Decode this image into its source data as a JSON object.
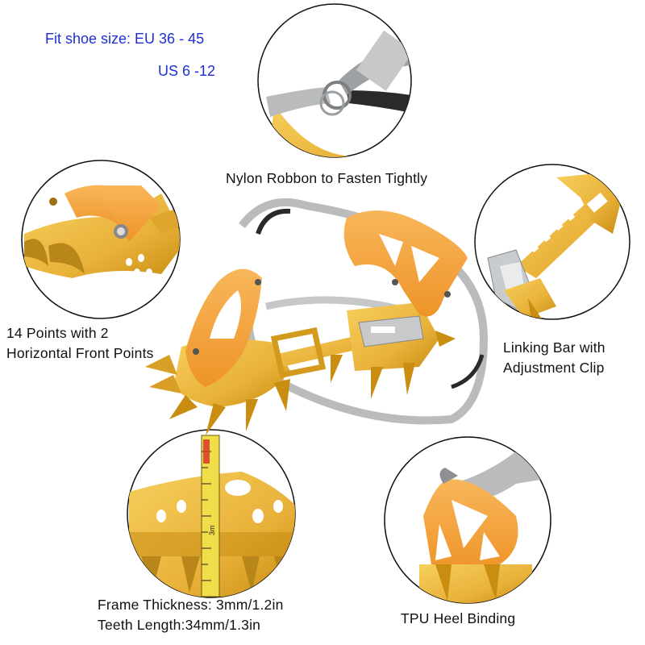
{
  "fit_size": {
    "line1": "Fit shoe size: EU  36 - 45",
    "line2": "US    6 -12"
  },
  "captions": {
    "nylon": "Nylon Robbon to Fasten Tightly",
    "points_line1": "14  Points with 2",
    "points_line2": "Horizontal Front Points",
    "linking_line1": "Linking Bar with",
    "linking_line2": "Adjustment Clip",
    "frame_line1": "Frame Thickness: 3mm/1.2in",
    "frame_line2": "Teeth Length:34mm/1.3in",
    "heel": "TPU Heel Binding"
  },
  "ruler_label": "3m",
  "colors": {
    "gold": "#e9b23a",
    "gold_dark": "#c98d12",
    "orange_tpu": "#f5a340",
    "strap_grey": "#b9bbbd",
    "strap_dark": "#2a2a2a",
    "fit_text": "#1f2fd0"
  }
}
